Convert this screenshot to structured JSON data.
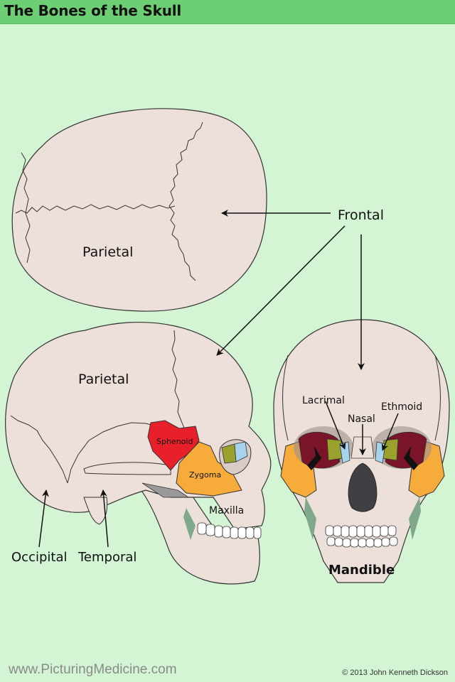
{
  "title": "The Bones of the Skull",
  "labels": {
    "frontal": "Frontal",
    "parietal_top": "Parietal",
    "parietal_side": "Parietal",
    "sphenoid": "Sphenoid",
    "zygoma": "Zygoma",
    "maxilla": "Maxilla",
    "occipital": "Occipital",
    "temporal": "Temporal",
    "lacrimal": "Lacrimal",
    "nasal": "Nasal",
    "ethmoid": "Ethmoid",
    "mandible": "Mandible"
  },
  "footer": {
    "website": "www.PicturingMedicine.com",
    "copyright": "© 2013 John Kenneth Dickson"
  },
  "colors": {
    "bone": "#ede0db",
    "sphenoid": "#e8202a",
    "zygoma": "#f7ab3a",
    "lacrimal": "#a8d3ec",
    "ethmoid": "#9aa12c",
    "orbit": "#7a1428",
    "background": "#d3f5d3",
    "title_bar": "#6ccf73"
  }
}
